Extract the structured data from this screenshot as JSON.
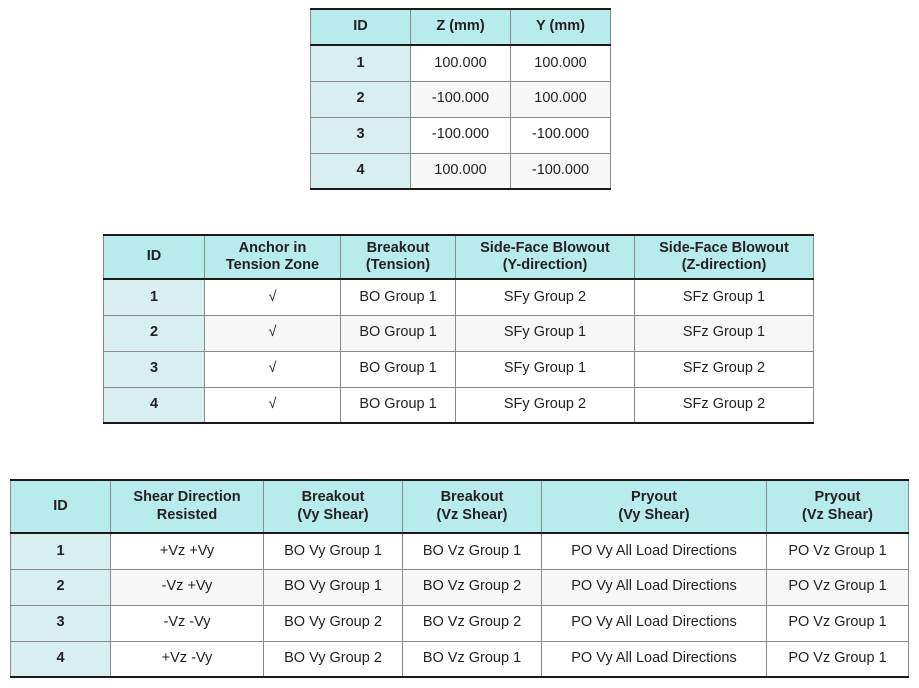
{
  "colors": {
    "header_fill": "#b8ebeb",
    "id_fill": "#d7efef",
    "row_alt_fill": "#f7f7f7",
    "border": "#8a8a8a",
    "text": "#231f20"
  },
  "tables": {
    "coordinates": {
      "headers": [
        "ID",
        "Z (mm)",
        "Y (mm)"
      ],
      "rows": [
        {
          "id": "1",
          "z": "100.000",
          "y": "100.000"
        },
        {
          "id": "2",
          "z": "-100.000",
          "y": "100.000"
        },
        {
          "id": "3",
          "z": "-100.000",
          "y": "-100.000"
        },
        {
          "id": "4",
          "z": "100.000",
          "y": "-100.000"
        }
      ]
    },
    "tension": {
      "headers": [
        {
          "line1": "ID",
          "line2": ""
        },
        {
          "line1": "Anchor in",
          "line2": "Tension Zone"
        },
        {
          "line1": "Breakout",
          "line2": "(Tension)"
        },
        {
          "line1": "Side-Face Blowout",
          "line2": "(Y-direction)"
        },
        {
          "line1": "Side-Face Blowout",
          "line2": "(Z-direction)"
        }
      ],
      "rows": [
        {
          "id": "1",
          "anchor": "√",
          "breakout": "BO Group 1",
          "sfy": "SFy Group 2",
          "sfz": "SFz Group 1"
        },
        {
          "id": "2",
          "anchor": "√",
          "breakout": "BO Group 1",
          "sfy": "SFy Group 1",
          "sfz": "SFz Group 1"
        },
        {
          "id": "3",
          "anchor": "√",
          "breakout": "BO Group 1",
          "sfy": "SFy Group 1",
          "sfz": "SFz Group 2"
        },
        {
          "id": "4",
          "anchor": "√",
          "breakout": "BO Group 1",
          "sfy": "SFy Group 2",
          "sfz": "SFz Group 2"
        }
      ]
    },
    "shear": {
      "headers": [
        {
          "line1": "ID",
          "line2": ""
        },
        {
          "line1": "Shear Direction",
          "line2": "Resisted"
        },
        {
          "line1": "Breakout",
          "line2": "(Vy Shear)"
        },
        {
          "line1": "Breakout",
          "line2": "(Vz Shear)"
        },
        {
          "line1": "Pryout",
          "line2": "(Vy Shear)"
        },
        {
          "line1": "Pryout",
          "line2": "(Vz Shear)"
        }
      ],
      "rows": [
        {
          "id": "1",
          "dir": "+Vz +Vy",
          "bvy": "BO Vy Group 1",
          "bvz": "BO Vz Group 1",
          "pvy": "PO Vy All Load Directions",
          "pvz": "PO Vz Group 1"
        },
        {
          "id": "2",
          "dir": "-Vz +Vy",
          "bvy": "BO Vy Group 1",
          "bvz": "BO Vz Group 2",
          "pvy": "PO Vy All Load Directions",
          "pvz": "PO Vz Group 1"
        },
        {
          "id": "3",
          "dir": "-Vz -Vy",
          "bvy": "BO Vy Group 2",
          "bvz": "BO Vz Group 2",
          "pvy": "PO Vy All Load Directions",
          "pvz": "PO Vz Group 1"
        },
        {
          "id": "4",
          "dir": "+Vz -Vy",
          "bvy": "BO Vy Group 2",
          "bvz": "BO Vz Group 1",
          "pvy": "PO Vy All Load Directions",
          "pvz": "PO Vz Group 1"
        }
      ]
    }
  }
}
